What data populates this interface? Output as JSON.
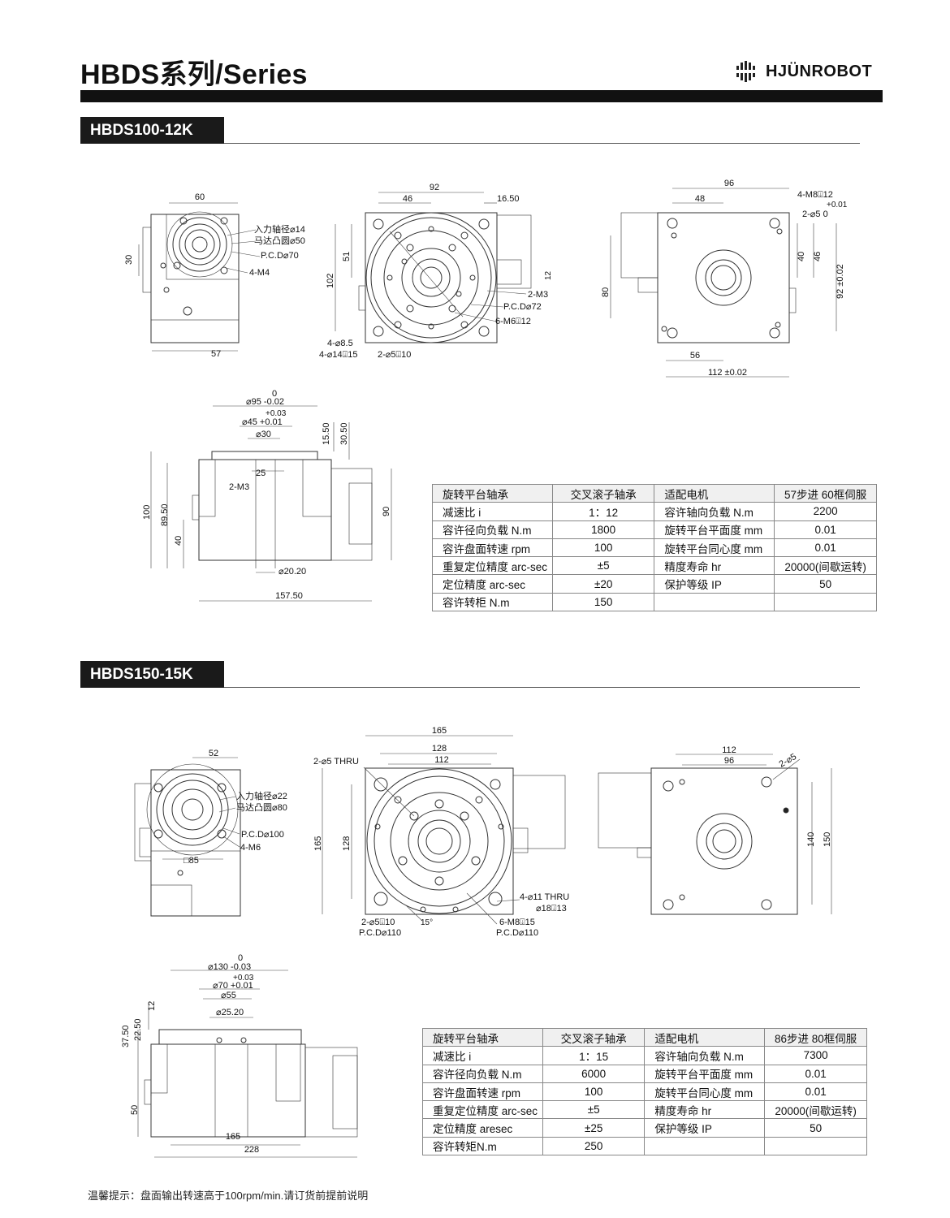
{
  "header": {
    "title": "HBDS系列/Series",
    "brand": "HJÜNROBOT"
  },
  "sections": [
    {
      "model": "HBDS100-12K",
      "drawing_labels": {
        "front": [
          "60",
          "入力轴径⌀14",
          "马达凸圆⌀50",
          "P.C.D⌀70",
          "4-M4",
          "30",
          "57"
        ],
        "top": [
          "92",
          "46",
          "16.50",
          "51",
          "102",
          "2-M3",
          "P.C.D⌀72",
          "6-M6⍗12",
          "4-⌀8.5",
          "4-⌀14⍗15",
          "2-⌀5⍗10",
          "12"
        ],
        "right": [
          "96",
          "48",
          "4-M8⍗12",
          "+0.01",
          "2-⌀5  0",
          "40",
          "46",
          "92 ±0.02",
          "80",
          "56",
          "112 ±0.02"
        ],
        "side": [
          "0",
          "⌀95 -0.02",
          "+0.03",
          "⌀45 +0.01",
          "⌀30",
          "15.50",
          "30.50",
          "25",
          "2-M3",
          "100",
          "89.50",
          "40",
          "90",
          "⌀20.20",
          "157.50"
        ]
      },
      "specs": [
        [
          "旋转平台轴承",
          "交叉滚子轴承",
          "适配电机",
          "57步进 60框伺服"
        ],
        [
          "减速比 i",
          "1：12",
          "容许轴向负载 N.m",
          "2200"
        ],
        [
          "容许径向负载 N.m",
          "1800",
          "旋转平台平面度 mm",
          "0.01"
        ],
        [
          "容许盘面转速 rpm",
          "100",
          "旋转平台同心度 mm",
          "0.01"
        ],
        [
          "重复定位精度 arc-sec",
          "±5",
          "精度寿命 hr",
          "20000(间歇运转)"
        ],
        [
          "定位精度 arc-sec",
          "±20",
          "保护等级 IP",
          "50"
        ],
        [
          "容许转柜 N.m",
          "150",
          "",
          ""
        ]
      ]
    },
    {
      "model": "HBDS150-15K",
      "drawing_labels": {
        "front": [
          "52",
          "入力轴径⌀22",
          "马达凸圆⌀80",
          "P.C.D⌀100",
          "4-M6",
          "□85"
        ],
        "top": [
          "165",
          "128",
          "112",
          "2-⌀5 THRU",
          "165",
          "128",
          "4-⌀11 THRU",
          "⌀18⍗13",
          "2-⌀5⍗10",
          "15°",
          "P.C.D⌀110",
          "6-M8⍗15",
          "P.C.D⌀110"
        ],
        "right": [
          "112",
          "96",
          "2-⌀5",
          "140",
          "150"
        ],
        "side": [
          "0",
          "⌀130 -0.03",
          "+0.03",
          "⌀70 +0.01",
          "⌀55",
          "⌀25.20",
          "12",
          "37.50",
          "22.50",
          "50",
          "165",
          "228"
        ]
      },
      "specs": [
        [
          "旋转平台轴承",
          "交叉滚子轴承",
          "适配电机",
          "86步进 80框伺服"
        ],
        [
          "减速比 i",
          "1：15",
          "容许轴向负载 N.m",
          "7300"
        ],
        [
          "容许径向负载 N.m",
          "6000",
          "旋转平台平面度 mm",
          "0.01"
        ],
        [
          "容许盘面转速 rpm",
          "100",
          "旋转平台同心度 mm",
          "0.01"
        ],
        [
          "重复定位精度 arc-sec",
          "±5",
          "精度寿命 hr",
          "20000(间歇运转)"
        ],
        [
          "定位精度 aresec",
          "±25",
          "保护等级 IP",
          "50"
        ],
        [
          "容许转矩N.m",
          "250",
          "",
          ""
        ]
      ]
    }
  ],
  "footnote": "温馨提示：盘面输出转速高于100rpm/min.请订货前提前说明"
}
